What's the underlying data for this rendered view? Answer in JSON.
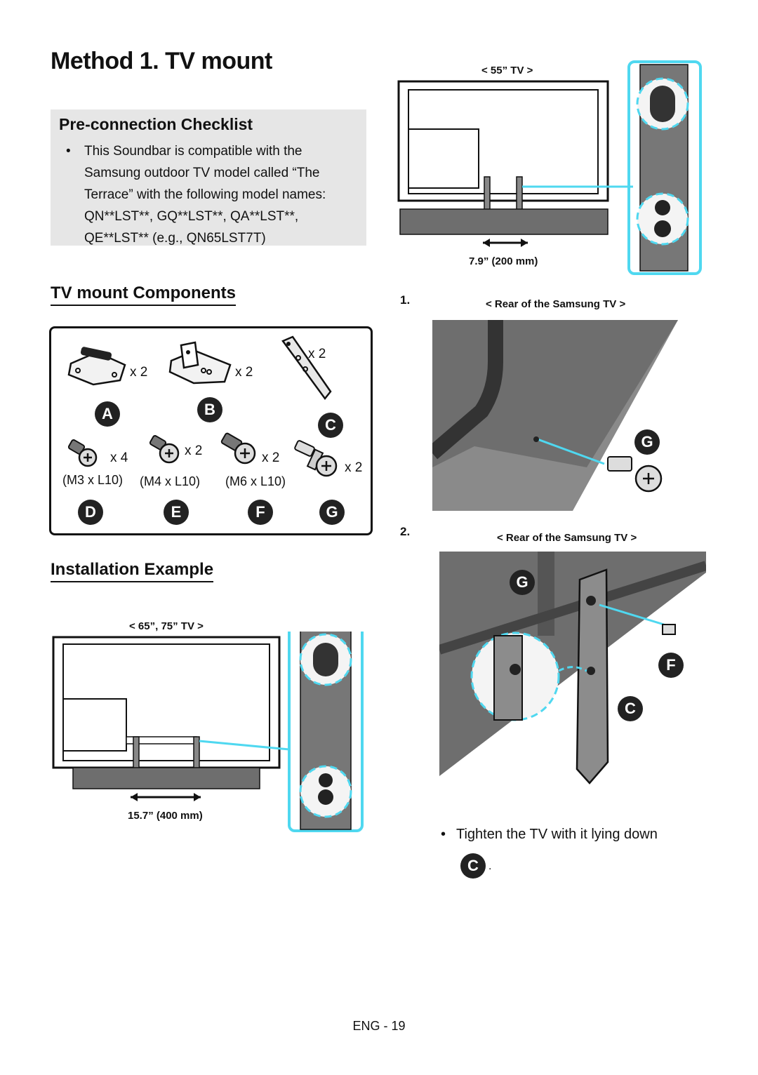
{
  "title": "Method 1. TV mount",
  "checklist": {
    "heading": "Pre-connection Checklist",
    "bullet": "•",
    "text": "This Soundbar is compatible with the Samsung outdoor TV model called “The Terrace” with the following model names: QN**LST**, GQ**LST**, QA**LST**, QE**LST** (e.g., QN65LST7T)"
  },
  "components": {
    "heading": "TV mount Components",
    "items": [
      {
        "letter": "A",
        "qty": "x 2"
      },
      {
        "letter": "B",
        "qty": "x 2"
      },
      {
        "letter": "C",
        "qty": "x 2"
      },
      {
        "letter": "D",
        "qty": "x 4",
        "size": "(M3 x L10)"
      },
      {
        "letter": "E",
        "qty": "x 2",
        "size": "(M4 x L10)"
      },
      {
        "letter": "F",
        "qty": "x 2",
        "size": "(M6 x L10)"
      },
      {
        "letter": "G",
        "qty": "x 2"
      }
    ]
  },
  "installation": {
    "heading": "Installation Example",
    "tv65_label": "< 65”, 75” TV >",
    "tv65_spacing": "15.7” (400 mm)",
    "tv55_label": "< 55” TV >",
    "tv55_spacing": "7.9” (200 mm)"
  },
  "steps": [
    {
      "num": "1.",
      "caption": "< Rear of the Samsung TV >",
      "callouts": [
        "G"
      ]
    },
    {
      "num": "2.",
      "caption": "< Rear of the Samsung TV >",
      "callouts": [
        "G",
        "F",
        "C"
      ]
    }
  ],
  "note": {
    "bullet": "•",
    "text": "Tighten the TV with it lying down",
    "letter": "C",
    "suffix": "."
  },
  "footer": "ENG - 19",
  "colors": {
    "accent": "#4fd8f0",
    "dark": "#222222",
    "tv_gray": "#6e6e6e"
  }
}
